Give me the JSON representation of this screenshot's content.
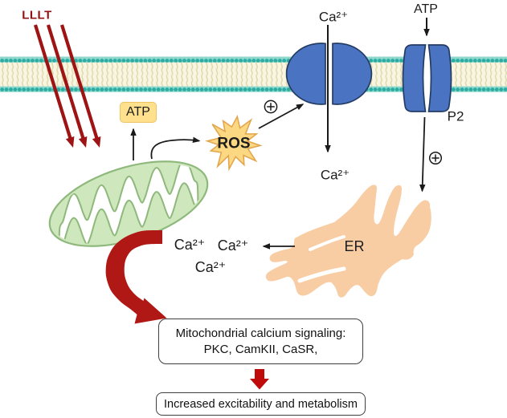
{
  "figure_title": "LLLT mitochondrial calcium signaling pathway",
  "labels": {
    "lllt": "LLLT",
    "ca_extracellular": "Ca²⁺",
    "atp_extracellular": "ATP",
    "p2_receptor": "P2",
    "ca_influx": "Ca²⁺",
    "atp_mito": "ATP",
    "ros": "ROS",
    "er": "ER",
    "ca_cyto_1": "Ca²⁺",
    "ca_cyto_2": "Ca²⁺",
    "ca_cyto_3": "Ca²⁺"
  },
  "icons": {
    "plus_circle": "⊕"
  },
  "boxes": {
    "signaling_line1": "Mitochondrial calcium signaling:",
    "signaling_line2": "PKC, CamKII, CaSR,",
    "outcome": "Increased excitability and metabolism"
  },
  "colors": {
    "membrane_head": "#2aaca2",
    "membrane_tail_bg": "#f8f5e3",
    "channel_blue": "#4a73c2",
    "mitochondrion_green": "#cfe7bd",
    "er_peach": "#f8cda4",
    "ros_star": "#fcd883",
    "atp_box_yellow": "#fee08d",
    "laser_red": "#9e1414",
    "flux_red": "#b01815",
    "step_arrow_red": "#c00b0b"
  }
}
